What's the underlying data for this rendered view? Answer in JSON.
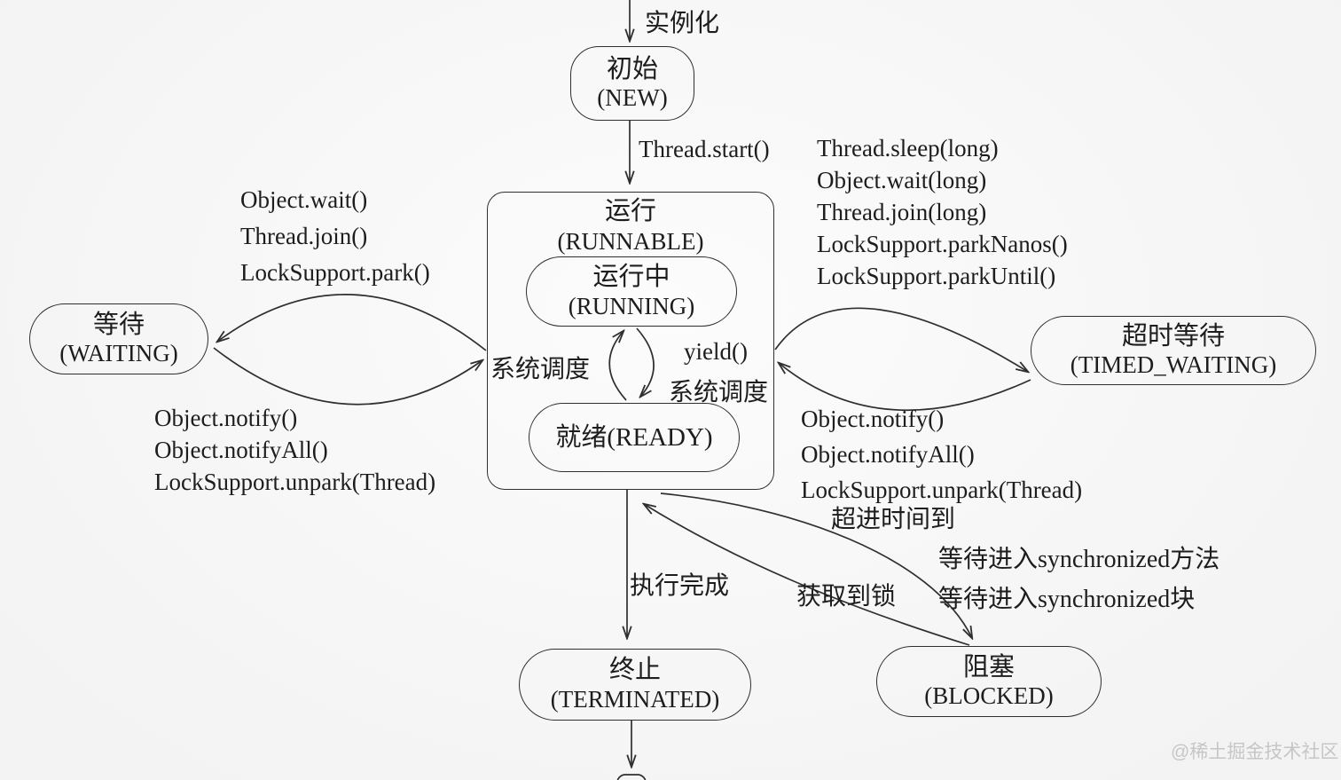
{
  "diagram": {
    "nodes": {
      "new": {
        "zh": "初始",
        "en": "(NEW)"
      },
      "runnable": {
        "zh": "运行",
        "en": "(RUNNABLE)"
      },
      "running": {
        "zh": "运行中",
        "en": "(RUNNING)"
      },
      "ready": {
        "label": "就绪(READY)"
      },
      "waiting": {
        "zh": "等待",
        "en": "(WAITING)"
      },
      "timed_waiting": {
        "zh": "超时等待",
        "en": "(TIMED_WAITING)"
      },
      "terminated": {
        "zh": "终止",
        "en": "(TERMINATED)"
      },
      "blocked": {
        "zh": "阻塞",
        "en": "(BLOCKED)"
      }
    },
    "edges": {
      "instantiate": "实例化",
      "thread_start": "Thread.start()",
      "runnable_to_waiting": [
        "Object.wait()",
        "Thread.join()",
        "LockSupport.park()"
      ],
      "waiting_to_runnable": [
        "Object.notify()",
        "Object.notifyAll()",
        "LockSupport.unpark(Thread)"
      ],
      "runnable_to_timed_waiting": [
        "Thread.sleep(long)",
        "Object.wait(long)",
        "Thread.join(long)",
        "LockSupport.parkNanos()",
        "LockSupport.parkUntil()"
      ],
      "timed_waiting_to_runnable": [
        "Object.notify()",
        "Object.notifyAll()",
        "LockSupport.unpark(Thread)"
      ],
      "timeout_reached": "超进时间到",
      "scheduler_left": "系统调度",
      "yield": "yield()",
      "scheduler_right": "系统调度",
      "execution_complete": "执行完成",
      "lock_acquired": "获取到锁",
      "runnable_to_blocked": [
        "等待进入synchronized方法",
        "等待进入synchronized块"
      ]
    },
    "watermark": "@稀土掘金技术社区"
  },
  "colors": {
    "line": "#2f2f2f",
    "text": "#1d1d1d",
    "background": "#f8f8f8",
    "watermark": "#c6c6c6"
  }
}
